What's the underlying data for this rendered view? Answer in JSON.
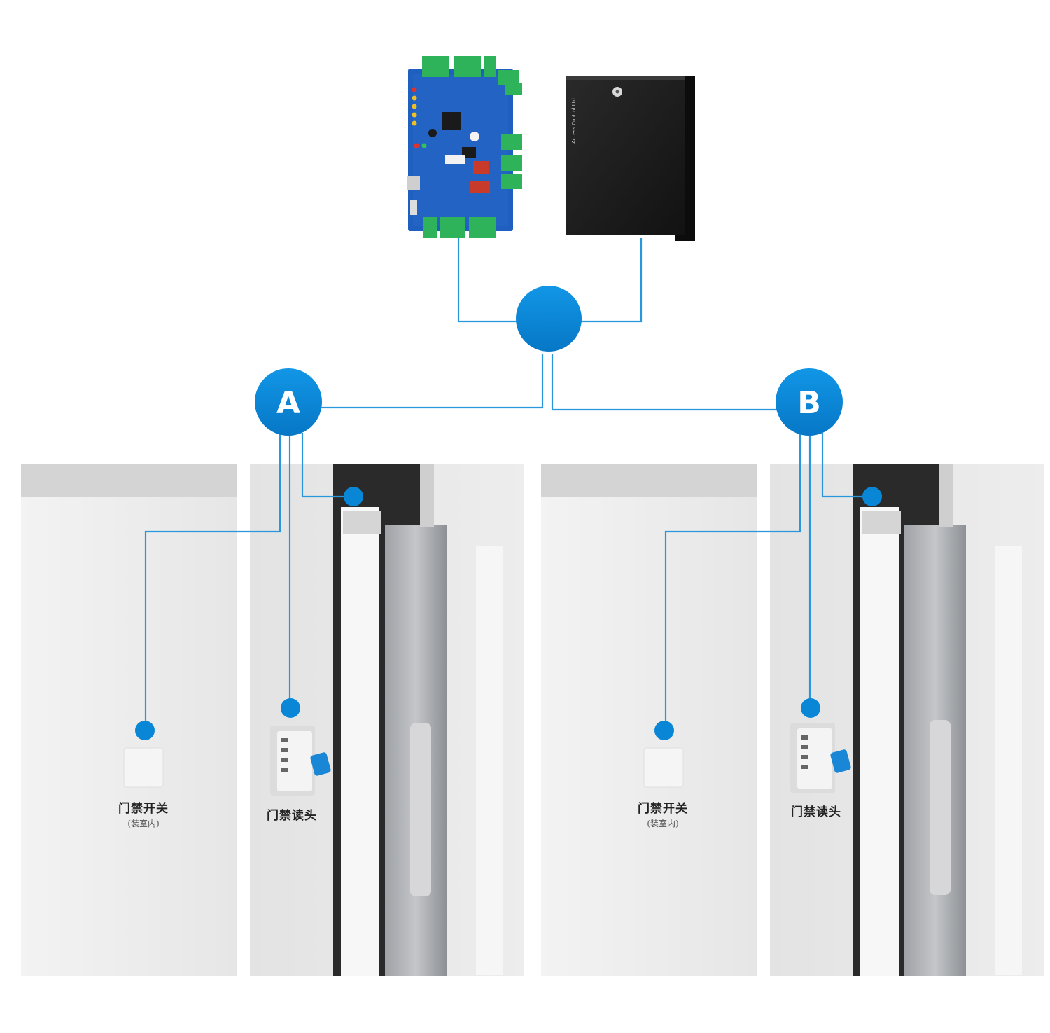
{
  "colors": {
    "accent": "#0a86d6",
    "line": "#2a97dd",
    "wall": "#eeeeee",
    "frame": "#2a2a2a",
    "board": "#1f5fbf",
    "terminal": "#2fb35a",
    "enclosure": "#1b1b1b"
  },
  "hub": {
    "letter": ""
  },
  "door_a": {
    "node_letter": "A",
    "exit_switch": {
      "label": "门禁开关",
      "note": "(装室内)"
    },
    "reader": {
      "label": "门禁读头"
    }
  },
  "door_b": {
    "node_letter": "B",
    "exit_switch": {
      "label": "门禁开关",
      "note": "(装室内)"
    },
    "reader": {
      "label": "门禁读头"
    }
  },
  "controller": {
    "enclosure_text": "Access Control Ltd"
  }
}
